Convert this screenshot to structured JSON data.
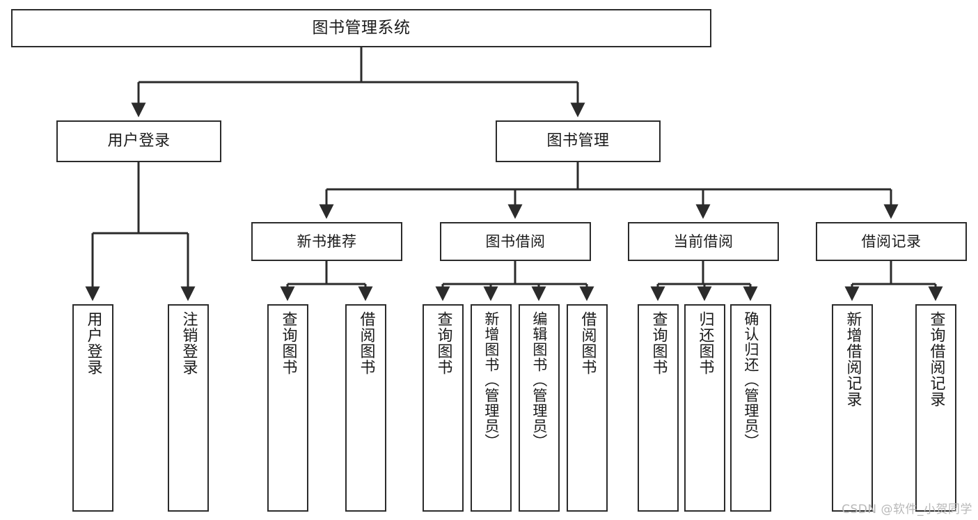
{
  "diagram": {
    "title": "图书管理系统",
    "type": "hierarchy-tree",
    "watermark": "CSDN @软件_小贺同学",
    "colors": {
      "background": "#ffffff",
      "box_border": "#2b2b2b",
      "box_fill": "#ffffff",
      "text": "#1a1a1a",
      "edge": "#2b2b2b",
      "watermark": "#b8b8b8"
    },
    "nodes": {
      "root": {
        "label": "图书管理系统",
        "level": 1
      },
      "level2": [
        {
          "id": "user-login",
          "label": "用户登录"
        },
        {
          "id": "book-management",
          "label": "图书管理"
        }
      ],
      "level3": [
        {
          "id": "new-book-recommend",
          "label": "新书推荐"
        },
        {
          "id": "book-borrow",
          "label": "图书借阅"
        },
        {
          "id": "current-borrow",
          "label": "当前借阅"
        },
        {
          "id": "borrow-record",
          "label": "借阅记录"
        }
      ],
      "leaves": {
        "user_login": [
          {
            "id": "leaf-user-login",
            "label": "用户登录"
          },
          {
            "id": "leaf-logout-login",
            "label": "注销登录"
          }
        ],
        "new_book_recommend": [
          {
            "id": "leaf-query-book-1",
            "label": "查询图书"
          },
          {
            "id": "leaf-borrow-book-1",
            "label": "借阅图书"
          }
        ],
        "book_borrow": [
          {
            "id": "leaf-query-book-2",
            "label": "查询图书"
          },
          {
            "id": "leaf-add-book",
            "label": "新增图书（管理员）"
          },
          {
            "id": "leaf-edit-book",
            "label": "编辑图书（管理员）"
          },
          {
            "id": "leaf-borrow-book-2",
            "label": "借阅图书"
          }
        ],
        "current_borrow": [
          {
            "id": "leaf-query-book-3",
            "label": "查询图书"
          },
          {
            "id": "leaf-return-book",
            "label": "归还图书"
          },
          {
            "id": "leaf-confirm-return",
            "label": "确认归还（管理员）"
          }
        ],
        "borrow_record": [
          {
            "id": "leaf-add-record",
            "label": "新增借阅记录"
          },
          {
            "id": "leaf-query-record",
            "label": "查询借阅记录"
          }
        ]
      }
    }
  }
}
